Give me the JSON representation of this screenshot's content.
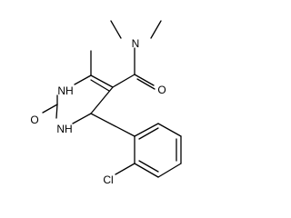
{
  "structure": {
    "atoms": {
      "n_amide": "N",
      "o_amide": "O",
      "nh_top": "NH",
      "nh_bottom": "NH",
      "o_urea": "O",
      "cl": "Cl"
    }
  }
}
